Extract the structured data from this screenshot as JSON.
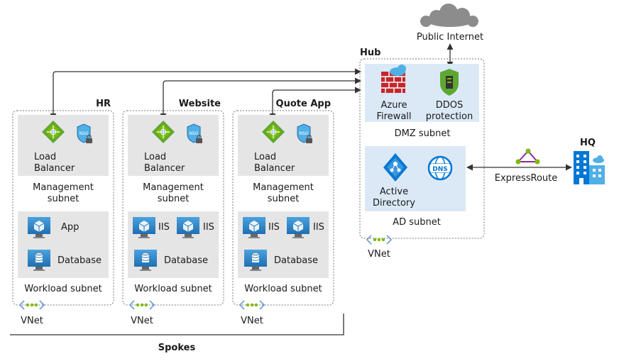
{
  "public_internet": {
    "label": "Public Internet"
  },
  "hub": {
    "title": "Hub",
    "dmz": {
      "firewall": [
        "Azure",
        "Firewall"
      ],
      "ddos": [
        "DDOS",
        "protection"
      ],
      "subnet_label": "DMZ subnet"
    },
    "ad": {
      "active_directory": [
        "Active",
        "Directory"
      ],
      "dns_badge": "DNS",
      "subnet_label": "AD subnet"
    },
    "vnet_label": "VNet"
  },
  "hq": {
    "title": "HQ",
    "connection_label": "ExpressRoute"
  },
  "spokes": {
    "title": "Spokes",
    "items": [
      {
        "title": "HR",
        "lb_label": [
          "Load",
          "Balancer"
        ],
        "nsg_badge": "NSG",
        "mgmt_label": [
          "Management",
          "subnet"
        ],
        "workload": [
          {
            "label": "App"
          },
          {
            "label": "Database"
          }
        ],
        "workload_label": "Workload subnet",
        "vnet_label": "VNet"
      },
      {
        "title": "Website",
        "lb_label": [
          "Load",
          "Balancer"
        ],
        "nsg_badge": "NSG",
        "mgmt_label": [
          "Management",
          "subnet"
        ],
        "workload": [
          {
            "label": "IIS"
          },
          {
            "label": "IIS"
          },
          {
            "label": "Database"
          }
        ],
        "workload_label": "Workload subnet",
        "vnet_label": "VNet"
      },
      {
        "title": "Quote App",
        "lb_label": [
          "Load",
          "Balancer"
        ],
        "nsg_badge": "NSG",
        "mgmt_label": [
          "Management",
          "subnet"
        ],
        "workload": [
          {
            "label": "IIS"
          },
          {
            "label": "IIS"
          },
          {
            "label": "Database"
          }
        ],
        "workload_label": "Workload subnet",
        "vnet_label": "VNet"
      }
    ]
  },
  "colors": {
    "subnet_fill": "#e5e5e5",
    "hub_subnet_fill": "#dbe9f7",
    "azure_blue": "#0078d4",
    "lb_green": "#5ea832",
    "vnet_green": "#7fba00",
    "firewall_red": "#c1272d",
    "expressroute_purple": "#8a2b9a"
  }
}
